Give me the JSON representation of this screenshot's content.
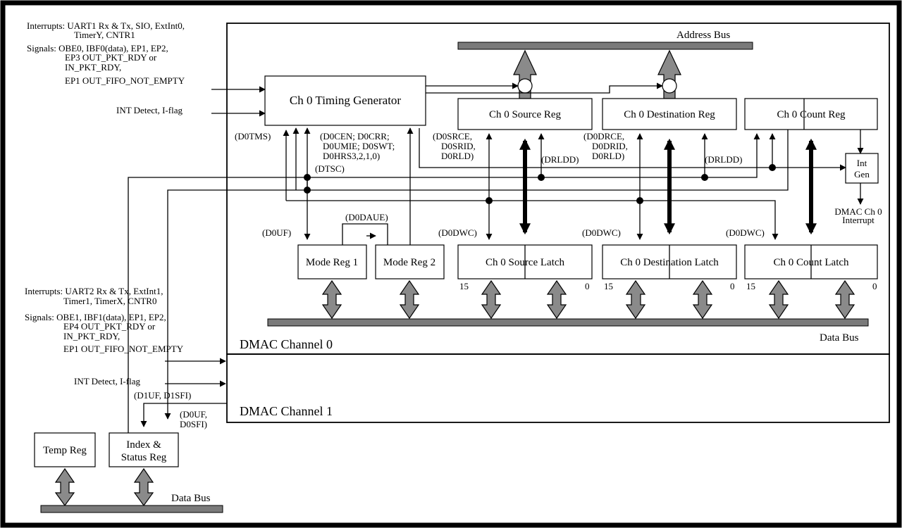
{
  "inputs_ch0": {
    "l1": "Interrupts: UART1 Rx & Tx, SIO, ExtInt0,",
    "l2": "TimerY, CNTR1",
    "l3": "Signals: OBE0, IBF0(data), EP1, EP2,",
    "l4": "EP3 OUT_PKT_RDY or",
    "l5": "IN_PKT_RDY,",
    "l6": "EP1 OUT_FIFO_NOT_EMPTY",
    "int_detect": "INT Detect, I-flag"
  },
  "inputs_ch1": {
    "l1": "Interrupts: UART2 Rx & Tx, ExtInt1,",
    "l2": "Timer1, TimerX, CNTR0",
    "l3": "Signals: OBE1, IBF1(data), EP1, EP2,",
    "l4": "EP4 OUT_PKT_RDY or",
    "l5": "IN_PKT_RDY,",
    "l6": "EP1 OUT_FIFO_NOT_EMPTY",
    "int_detect": "INT Detect, I-flag"
  },
  "buses": {
    "address": "Address Bus",
    "data_top": "Data Bus",
    "data_bottom": "Data Bus"
  },
  "blocks": {
    "timing_gen": "Ch 0 Timing Generator",
    "src_reg": "Ch 0 Source Reg",
    "dst_reg": "Ch 0 Destination Reg",
    "cnt_reg": "Ch 0 Count Reg",
    "int_gen_1": "Int",
    "int_gen_2": "Gen",
    "mode1": "Mode Reg 1",
    "mode2": "Mode Reg 2",
    "src_latch": "Ch 0 Source Latch",
    "dst_latch": "Ch 0 Destination Latch",
    "cnt_latch": "Ch 0 Count Latch",
    "temp_reg": "Temp Reg",
    "idx_1": "Index &",
    "idx_2": "Status Reg"
  },
  "signals": {
    "d0tms": "(D0TMS)",
    "d0cen_1": "(D0CEN; D0CRR;",
    "d0cen_2": "D0UMIE; D0SWT;",
    "d0cen_3": "D0HRS3,2,1,0)",
    "dtsc": "(DTSC)",
    "d0srce_1": "(D0SRCE,",
    "d0srce_2": "D0SRID,",
    "d0srce_3": "D0RLD)",
    "drldd_1": "(DRLDD)",
    "d0drce_1": "(D0DRCE,",
    "d0drce_2": "D0DRID,",
    "d0drce_3": "D0RLD)",
    "drldd_2": "(DRLDD)",
    "d0uf": "(D0UF)",
    "d0daue": "(D0DAUE)",
    "d0dwc_1": "(D0DWC)",
    "d0dwc_2": "(D0DWC)",
    "d0dwc_3": "(D0DWC)",
    "d1uf": "(D1UF, D1SFI)",
    "d0uf_sfi_1": "(D0UF,",
    "d0uf_sfi_2": "D0SFI)",
    "dmac_int_1": "DMAC Ch 0",
    "dmac_int_2": "Interrupt"
  },
  "bits": {
    "hi1": "15",
    "lo1": "0",
    "hi2": "15",
    "lo2": "0",
    "hi3": "15",
    "lo3": "0"
  },
  "channels": {
    "ch0": "DMAC Channel 0",
    "ch1": "DMAC Channel 1"
  }
}
